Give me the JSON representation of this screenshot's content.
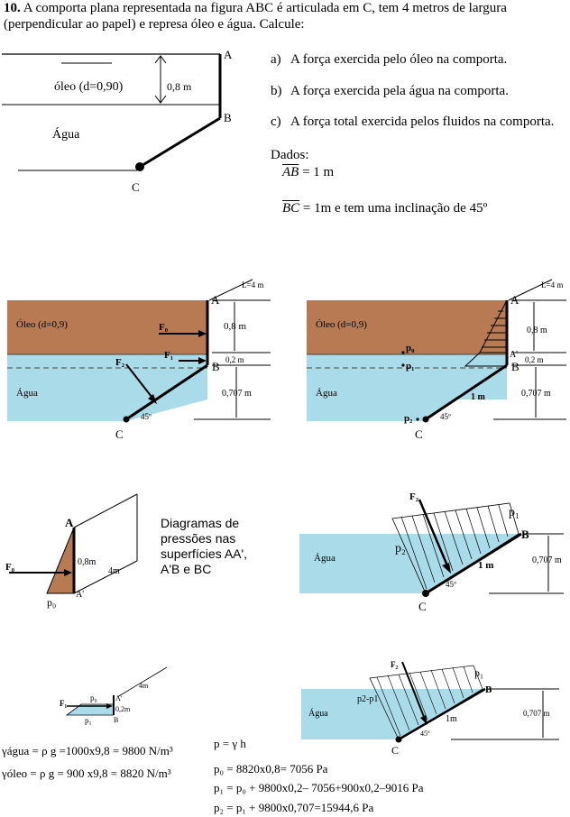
{
  "problem": {
    "number": "10.",
    "text": "A comporta plana representada na figura ABC é articulada em C, tem 4 metros de largura (perpendicular ao papel) e represa óleo e água. Calcule:",
    "items": [
      {
        "label": "a)",
        "text": "A força exercida pelo óleo na comporta."
      },
      {
        "label": "b)",
        "text": "A força exercida pela água na comporta."
      },
      {
        "label": "c)",
        "text": "A força total exercida pelos fluidos na comporta."
      }
    ],
    "dados_label": "Dados:",
    "ab_name": "AB",
    "ab_value": "= 1 m",
    "bc_name": "BC",
    "bc_value": "= 1m e tem uma inclinação de 45º"
  },
  "fig1": {
    "oleo": "óleo (d=0,90)",
    "agua": "Água",
    "dim": "0,8 m",
    "A": "A",
    "B": "B",
    "C": "C"
  },
  "fig2": {
    "L": "L=4 m",
    "oleo": "Óleo (d=0,9)",
    "agua": "Água",
    "F0": "F₀",
    "F1": "F₁",
    "F2": "F₂",
    "d08": "0,8 m",
    "d02": "0,2 m",
    "d0707": "0,707 m",
    "ang": "45º",
    "A": "A",
    "B": "B",
    "C": "C"
  },
  "fig3": {
    "L": "L=4 m",
    "oleo": "Óleo (d=0,9)",
    "agua": "Água",
    "p0": "p₀",
    "p1": "p₁",
    "p2": "p₂",
    "Ap": "A'",
    "d08": "0,8 m",
    "d02": "0,2 m",
    "d0707": "0,707 m",
    "ang": "45º",
    "bc": "1 m",
    "A": "A",
    "B": "B",
    "C": "C"
  },
  "fig4": {
    "A": "A",
    "Ap": "A'",
    "F0": "F₀",
    "p0": "p₀",
    "d08": "0,8m",
    "w": "4m"
  },
  "caption": "Diagramas de pressões nas superfícies AA', A'B e BC",
  "fig5": {
    "F2": "F₂",
    "p1": "p₁",
    "p2": "p₂",
    "B": "B",
    "C": "C",
    "agua": "Água",
    "bc": "1 m",
    "ang": "45º",
    "d0707": "0,707 m"
  },
  "fig6": {
    "F1": "F₁",
    "p0": "p₀",
    "p1": "p₁",
    "Ap": "A'",
    "B": "B",
    "d02": "0,2m",
    "w": "4m"
  },
  "fig7": {
    "F2": "F₂",
    "p1": "p₁",
    "p2p1": "p2-p1",
    "B": "B",
    "C": "C",
    "agua": "Água",
    "bc": "1m",
    "ang": "45º",
    "d0707": "0,707 m"
  },
  "formulas": {
    "gamma_agua": "γágua = ρ g =1000x9,8 = 9800 N/m³",
    "gamma_oleo": "γóleo = ρ g = 900 x9,8 = 8820 N/m³",
    "p_def": "p = γ h",
    "p0": "p₀ = 8820x0,8= 7056 Pa",
    "p1": "p₁ = p₀ + 9800x0,2– 7056+900x0,2–9016 Pa",
    "p2": "p₂ = p₁ + 9800x0,707=15944,6 Pa"
  }
}
